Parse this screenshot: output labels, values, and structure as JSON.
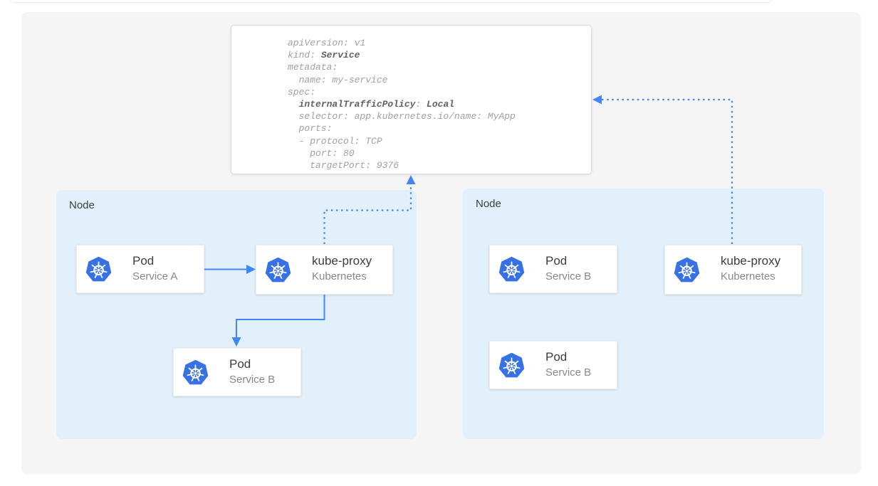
{
  "yaml_card": {
    "lines": [
      {
        "segments": [
          {
            "text": "apiVersion: v1",
            "bold": false
          }
        ]
      },
      {
        "segments": [
          {
            "text": "kind: ",
            "bold": false
          },
          {
            "text": "Service",
            "bold": true
          }
        ]
      },
      {
        "segments": [
          {
            "text": "metadata:",
            "bold": false
          }
        ]
      },
      {
        "segments": [
          {
            "text": "  name: my-service",
            "bold": false
          }
        ]
      },
      {
        "segments": [
          {
            "text": "spec:",
            "bold": false
          }
        ]
      },
      {
        "segments": [
          {
            "text": "  ",
            "bold": false
          },
          {
            "text": "internalTrafficPolicy",
            "bold": true
          },
          {
            "text": ": ",
            "bold": false
          },
          {
            "text": "Local",
            "bold": true
          }
        ]
      },
      {
        "segments": [
          {
            "text": "  selector: app.kubernetes.io/name: MyApp",
            "bold": false
          }
        ]
      },
      {
        "segments": [
          {
            "text": "  ports:",
            "bold": false
          }
        ]
      },
      {
        "segments": [
          {
            "text": "  - protocol: TCP",
            "bold": false
          }
        ]
      },
      {
        "segments": [
          {
            "text": "    port: 80",
            "bold": false
          }
        ]
      },
      {
        "segments": [
          {
            "text": "    targetPort: 9376",
            "bold": false
          }
        ]
      }
    ]
  },
  "nodes": [
    {
      "label": "Node",
      "cards": [
        {
          "id": "pod-service-a",
          "title": "Pod",
          "subtitle": "Service A"
        },
        {
          "id": "kube-proxy-node1",
          "title": "kube-proxy",
          "subtitle": "Kubernetes"
        },
        {
          "id": "pod-service-b-node1",
          "title": "Pod",
          "subtitle": "Service B"
        }
      ]
    },
    {
      "label": "Node",
      "cards": [
        {
          "id": "pod-service-b-node2a",
          "title": "Pod",
          "subtitle": "Service B"
        },
        {
          "id": "kube-proxy-node2",
          "title": "kube-proxy",
          "subtitle": "Kubernetes"
        },
        {
          "id": "pod-service-b-node2b",
          "title": "Pod",
          "subtitle": "Service B"
        }
      ]
    }
  ],
  "connections": [
    {
      "from": "pod-service-a",
      "to": "kube-proxy-node1",
      "style": "solid-arrow"
    },
    {
      "from": "kube-proxy-node1",
      "to": "pod-service-b-node1",
      "style": "solid-arrow"
    },
    {
      "from": "kube-proxy-node1",
      "to": "service-yaml-card",
      "style": "dotted-arrow"
    },
    {
      "from": "kube-proxy-node2",
      "to": "service-yaml-card",
      "style": "dotted-arrow"
    }
  ],
  "icons": {
    "kubernetes": "kubernetes-helm-icon"
  },
  "colors": {
    "arrow_blue": "#4285F4",
    "kubernetes_blue": "#3871E3",
    "node_bg": "#E2F0FC",
    "canvas_bg": "#F5F5F6",
    "code_regular": "#9EA1A6",
    "code_bold": "#5F6368"
  }
}
